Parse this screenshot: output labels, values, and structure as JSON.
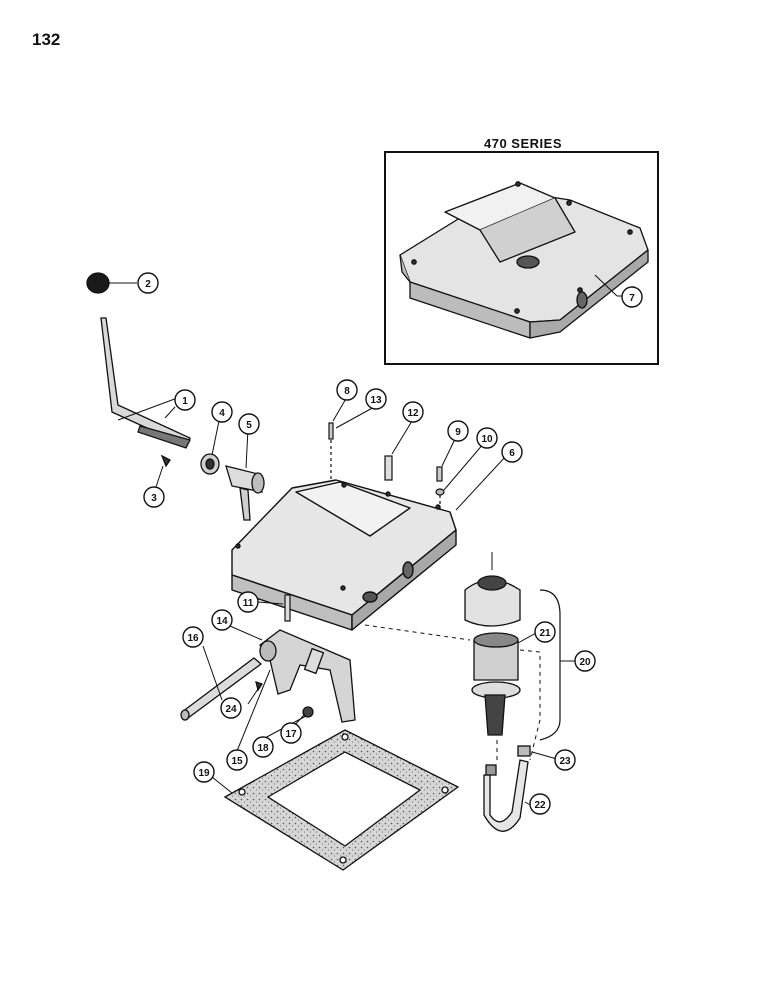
{
  "page_number": "132",
  "inset_title": "470 SERIES",
  "callouts": [
    "1",
    "2",
    "3",
    "4",
    "5",
    "6",
    "7",
    "8",
    "9",
    "10",
    "11",
    "12",
    "13",
    "14",
    "15",
    "16",
    "17",
    "18",
    "19",
    "20",
    "21",
    "22",
    "23",
    "24"
  ],
  "colors": {
    "ink": "#111111",
    "part_fill": "#e9e9e9",
    "part_shade": "#bdbdbd",
    "dark": "#222222"
  }
}
